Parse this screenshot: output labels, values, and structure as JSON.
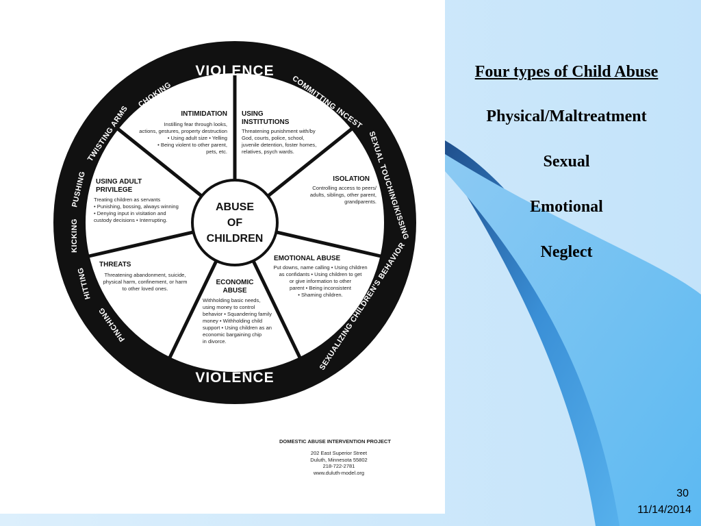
{
  "slide": {
    "heading": "Four types of Child Abuse",
    "types": [
      "Physical/Maltreatment",
      "Sexual",
      "Emotional",
      "Neglect"
    ],
    "page_number": "30",
    "date": "11/14/2014"
  },
  "wheel": {
    "hub": [
      "ABUSE",
      "OF",
      "CHILDREN"
    ],
    "rim_top": "VIOLENCE",
    "rim_bottom": "VIOLENCE",
    "rim_labels": {
      "choking": "CHOKING",
      "twisting_arms": "TWISTING ARMS",
      "pushing": "PUSHING",
      "kicking": "KICKING",
      "hitting": "HITTING",
      "pinching": "PINCHING",
      "committing_incest": "COMMITTING INCEST",
      "sexual_touching": "SEXUAL TOUCHING/KISSING",
      "sexualizing": "SEXUALIZING CHILDREN'S BEHAVIOR"
    },
    "segments": {
      "intimidation": {
        "title": [
          "INTIMIDATION"
        ],
        "body": [
          "Instilling fear through looks,",
          "actions, gestures, property destruction",
          "• Using adult size • Yelling",
          "• Being violent to other parent,",
          "pets, etc."
        ]
      },
      "institutions": {
        "title": [
          "USING",
          "INSTITUTIONS"
        ],
        "body": [
          "Threatening punishment with/by",
          "God, courts, police, school,",
          "juvenile detention, foster homes,",
          "relatives, psych wards."
        ]
      },
      "isolation": {
        "title": [
          "ISOLATION"
        ],
        "body": [
          "Controlling access to peers/",
          "adults, siblings, other parent,",
          "grandparents."
        ]
      },
      "emotional": {
        "title": [
          "EMOTIONAL ABUSE"
        ],
        "body": [
          "Put downs, name calling • Using children",
          "as confidants • Using children to get",
          "or give information to other",
          "parent • Being inconsistent",
          "• Shaming children."
        ]
      },
      "economic": {
        "title": [
          "ECONOMIC",
          "ABUSE"
        ],
        "body": [
          "Withholding basic needs,",
          "using money to control",
          "behavior • Squandering family",
          "money • Withholding child",
          "support • Using children as an",
          "economic bargaining chip",
          "in divorce."
        ]
      },
      "threats": {
        "title": [
          "THREATS"
        ],
        "body": [
          "Threatening abandonment, suicide,",
          "physical harm, confinement, or harm",
          "to other loved ones."
        ]
      },
      "privilege": {
        "title": [
          "USING ADULT",
          "PRIVILEGE"
        ],
        "body": [
          "Treating children as servants",
          "• Punishing, bossing, always winning",
          "• Denying input in visitation and",
          "custody decisions • Interrupting."
        ]
      }
    },
    "footer": {
      "org": "DOMESTIC ABUSE INTERVENTION PROJECT",
      "lines": [
        "202 East Superior Street",
        "Duluth, Minnesota 55802",
        "218-722-2781",
        "www.duluth-model.org"
      ]
    }
  }
}
